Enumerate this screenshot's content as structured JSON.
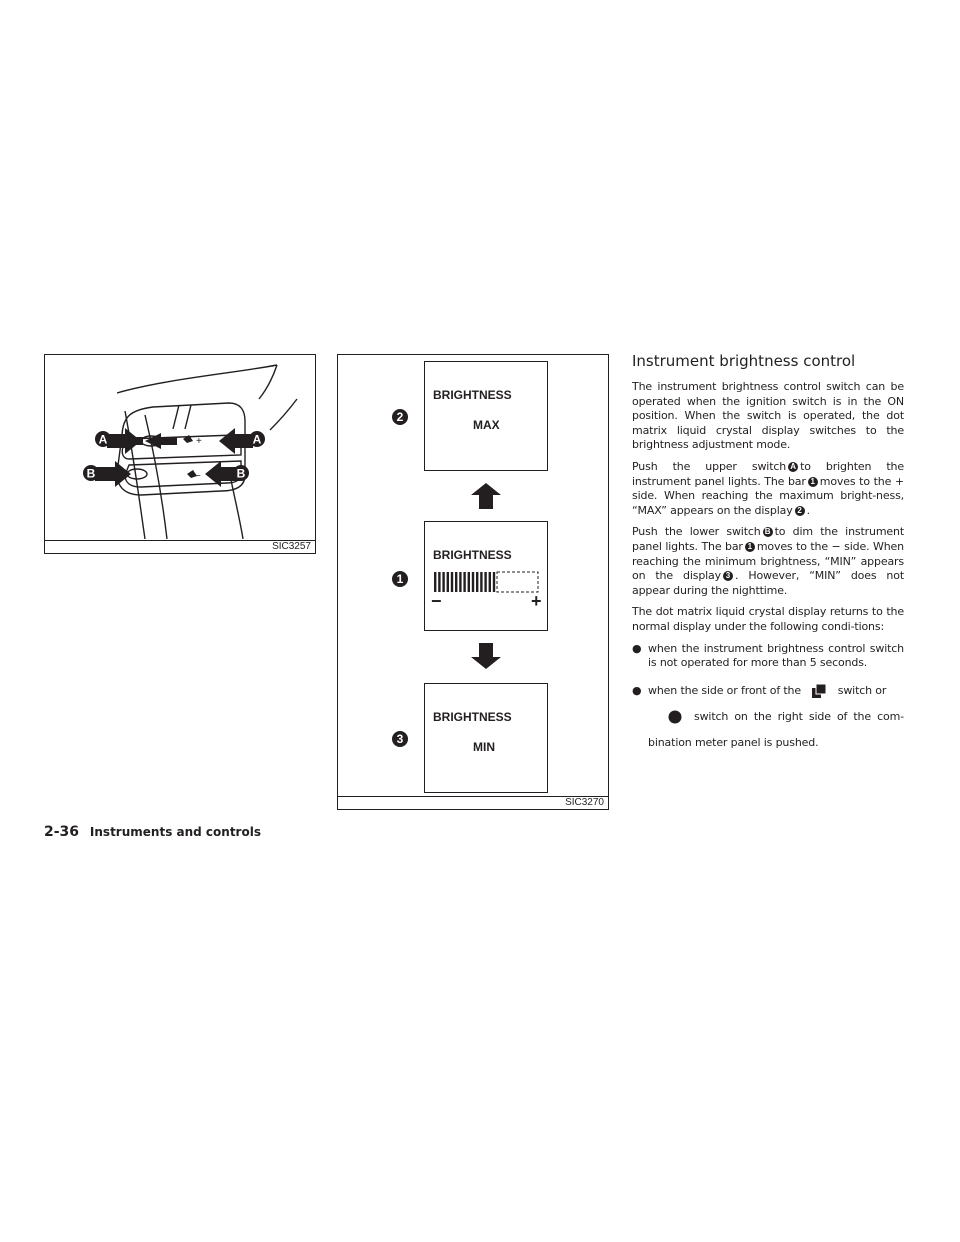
{
  "figure_left": {
    "code": "SIC3257",
    "labels": {
      "a": "A",
      "b": "B"
    }
  },
  "figure_right": {
    "code": "SIC3270",
    "screens": [
      {
        "number": "2",
        "title": "BRIGHTNESS",
        "value": "MAX"
      },
      {
        "number": "1",
        "title": "BRIGHTNESS",
        "minus": "−",
        "plus": "+",
        "level": 0.6
      },
      {
        "number": "3",
        "title": "BRIGHTNESS",
        "value": "MIN"
      }
    ]
  },
  "section": {
    "title": "Instrument brightness control",
    "p1": "The instrument brightness control switch can be operated when the ignition switch is in the ON position. When the switch is operated, the dot matrix liquid crystal display switches to the brightness adjustment mode.",
    "p2": {
      "a": "Push the upper switch",
      "b": "to brighten the instrument panel lights. The bar",
      "c": "moves to the + side. When reaching the maximum bright-ness, “MAX” appears on the display",
      "d": "."
    },
    "p3": {
      "a": "Push the lower switch",
      "b": "to dim the instrument panel lights. The bar",
      "c": "moves to the − side. When reaching the minimum brightness, “MIN” appears on the display",
      "d": ". However, “MIN” does not appear during the nighttime."
    },
    "p4": "The dot matrix liquid crystal display returns to the normal display under the following condi-tions:",
    "bullet_char": "●",
    "bullet1": "when the instrument brightness control switch is not operated for more than 5 seconds.",
    "bullet2": {
      "a": "when the side or front of the",
      "b": "switch or",
      "c": "switch on the right side of the com-bination meter panel is pushed."
    },
    "callouts": {
      "A": "A",
      "B": "B",
      "one": "1",
      "two": "2",
      "three": "3"
    }
  },
  "footer": {
    "page": "2-36",
    "section": "Instruments and controls"
  }
}
